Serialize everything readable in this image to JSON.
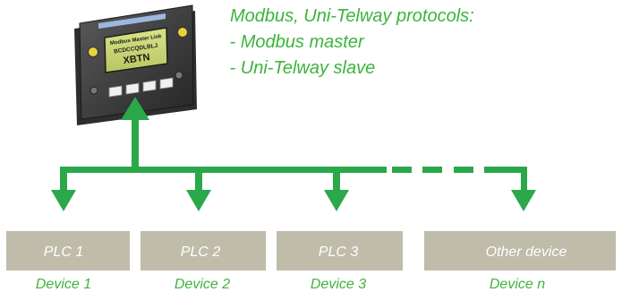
{
  "protocols": {
    "title": "Modbus, Uni-Telway protocols:",
    "items": [
      " - Modbus master",
      " - Uni-Telway slave"
    ]
  },
  "terminal": {
    "screen_lines": [
      "Modbus Master Link",
      "BCDCCQDLBLJ",
      "XBTN"
    ],
    "icon": "operator-terminal"
  },
  "devices": [
    {
      "label": "PLC 1",
      "caption": "Device 1"
    },
    {
      "label": "PLC 2",
      "caption": "Device 2"
    },
    {
      "label": "PLC 3",
      "caption": "Device 3"
    },
    {
      "label": "Other device",
      "caption": "Device n"
    }
  ],
  "colors": {
    "bus": "#2aa84a",
    "text": "#3cb43c",
    "device_box": "#bfbcaa",
    "device_text": "#ffffff"
  }
}
